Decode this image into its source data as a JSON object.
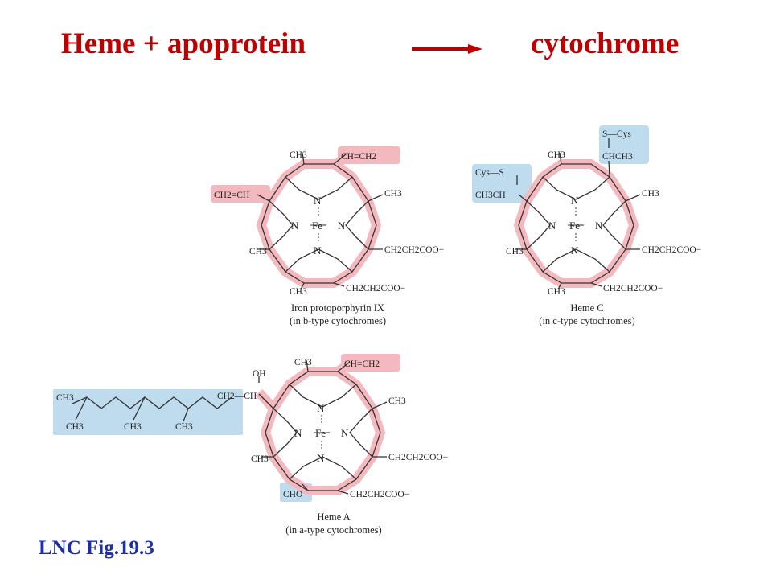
{
  "header": {
    "left": "Heme  +  apoprotein",
    "right": "cytochrome"
  },
  "caption": "LNC Fig.19.3",
  "colors": {
    "title": "#c00000",
    "caption": "#1d2ea6",
    "ring_highlight": "#f4b9bf",
    "sidechain_highlight": "#bfdcef"
  },
  "atoms": {
    "fe": "Fe",
    "n": "N"
  },
  "structures": [
    {
      "name_line1": "Iron protoporphyrin IX",
      "name_line2": "(in b-type cytochromes)",
      "substituents": {
        "top": "CH3",
        "top_right": "CH=CH2",
        "right_upper": "CH3",
        "right_lower": "CH2CH2COO−",
        "bottom_right": "CH2CH2COO−",
        "bottom": "CH3",
        "left_lower": "CH3",
        "left_upper": "CH2=CH"
      }
    },
    {
      "name_line1": "Heme C",
      "name_line2": "(in c-type cytochromes)",
      "substituents": {
        "top": "CH3",
        "top_right_line1": "S—Cys",
        "top_right_line2": "CHCH3",
        "right_upper": "CH3",
        "right_lower": "CH2CH2COO−",
        "bottom_right": "CH2CH2COO−",
        "bottom": "CH3",
        "left_lower": "CH3",
        "left_upper_line1": "Cys—S",
        "left_upper_line2": "CH3CH"
      }
    },
    {
      "name_line1": "Heme A",
      "name_line2": "(in a-type cytochromes)",
      "substituents": {
        "top": "CH3",
        "top_right": "CH=CH2",
        "right_upper": "CH3",
        "right_lower": "CH2CH2COO−",
        "bottom_right": "CH2CH2COO−",
        "bottom": "CHO",
        "left_lower": "CH3",
        "left_oh": "OH",
        "left_chain": "CH2—CH",
        "chain_methyls": [
          "CH3",
          "CH3",
          "CH3",
          "CH3"
        ]
      }
    }
  ]
}
